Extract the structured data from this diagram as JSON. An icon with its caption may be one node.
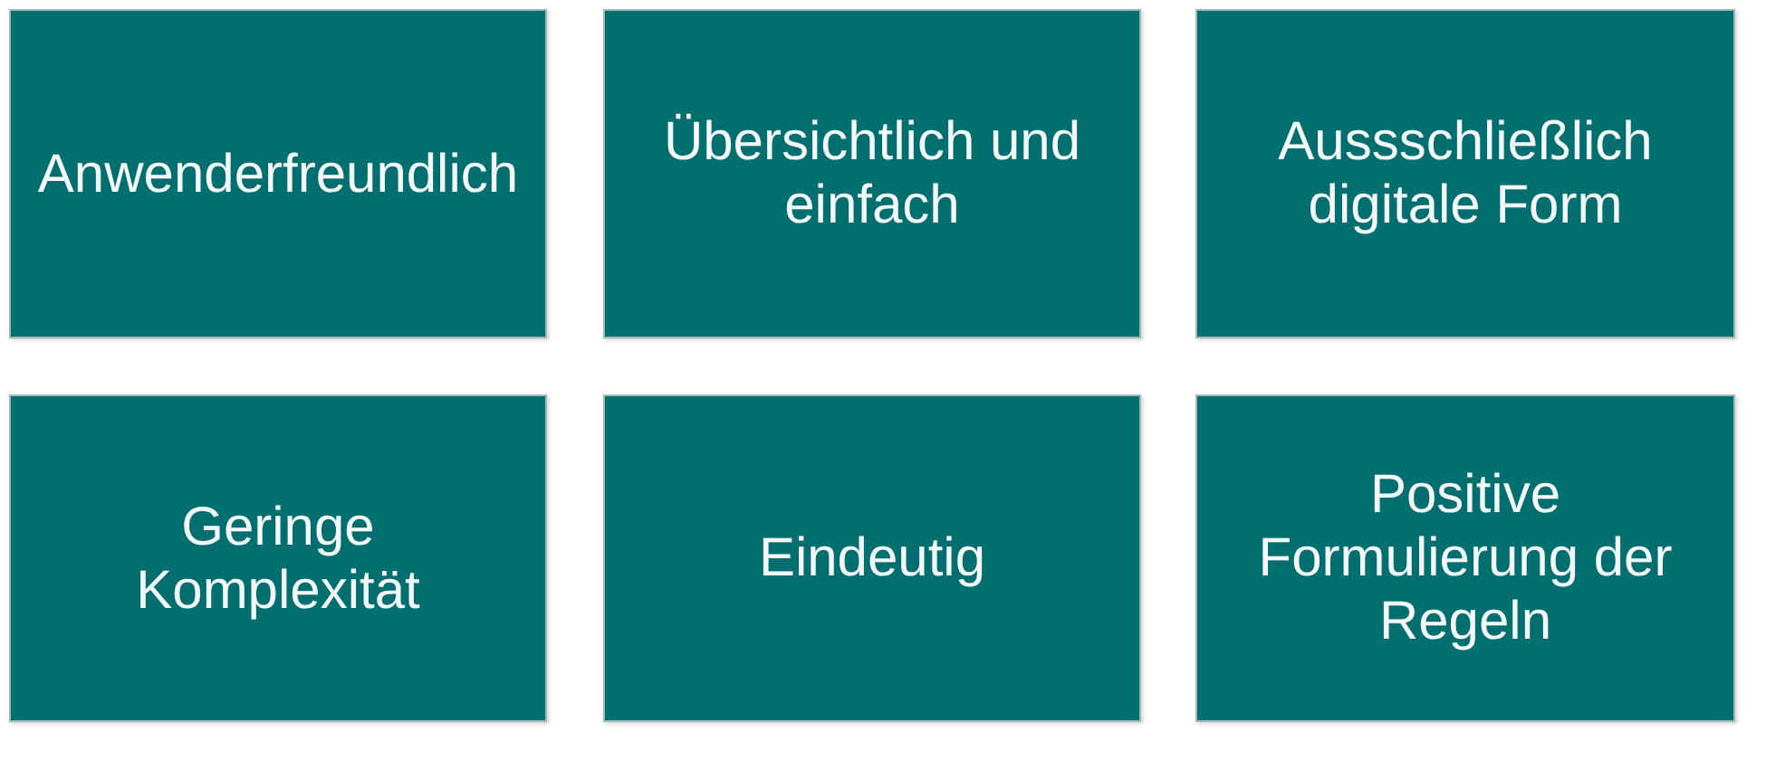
{
  "diagram": {
    "nodes": [
      {
        "text": [
          "Anwenderfreundlich"
        ]
      },
      {
        "text": [
          "Übersichtlich und einfach"
        ]
      },
      {
        "text": [
          "Aussschließlich digitale Form"
        ]
      },
      {
        "text": [
          "Geringe Komplexität"
        ]
      },
      {
        "text": [
          "Eindeutig"
        ]
      },
      {
        "text": [
          "Positive Formulierung der Regeln"
        ]
      }
    ]
  }
}
